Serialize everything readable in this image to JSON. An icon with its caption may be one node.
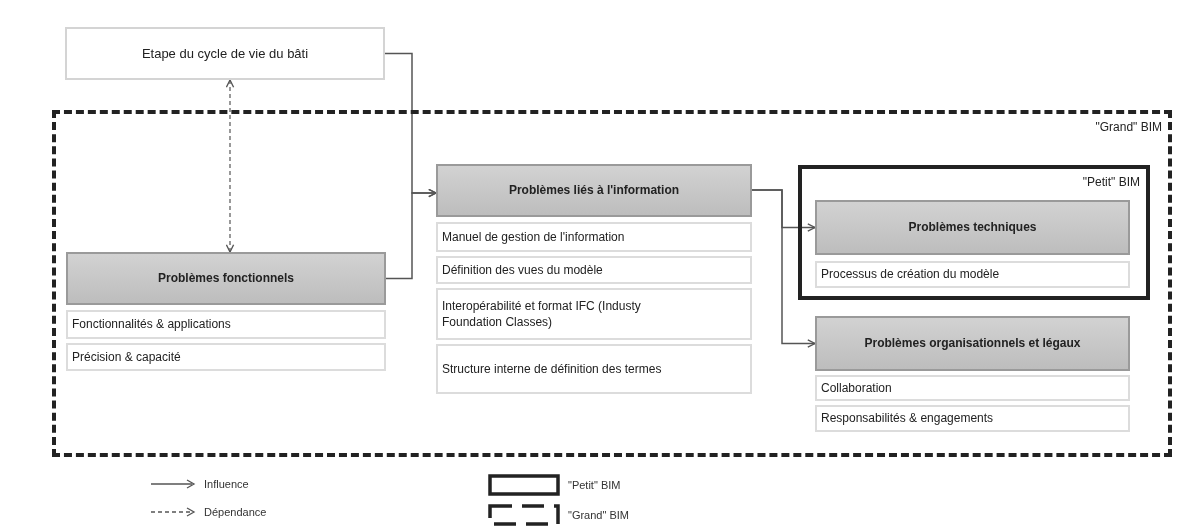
{
  "diagram": {
    "nodes": [
      {
        "text": [
          "Etape du cycle de vie du bâti"
        ]
      },
      {
        "text": [
          "\"Grand\" BIM"
        ]
      },
      {
        "text": [
          "Problèmes fonctionnels"
        ],
        "in": 1
      },
      {
        "text": [
          "Fonctionnalités & applications"
        ],
        "in": 1
      },
      {
        "text": [
          "Précision & capacité"
        ],
        "in": 1
      },
      {
        "text": [
          "Problèmes liés à l'information"
        ],
        "in": 1
      },
      {
        "text": [
          "Manuel de gestion de l'information"
        ],
        "in": 1
      },
      {
        "text": [
          "Définition des vues du modèle"
        ],
        "in": 1
      },
      {
        "text": [
          "Interopérabilité et format IFC (Industy Foundation Classes)"
        ],
        "in": 1
      },
      {
        "text": [
          "Structure interne de définition des termes"
        ],
        "in": 1
      },
      {
        "text": [
          "\"Petit\" BIM"
        ],
        "in": 1
      },
      {
        "text": [
          "Problèmes techniques"
        ],
        "in": 10
      },
      {
        "text": [
          "Processus de création du modèle"
        ],
        "in": 10
      },
      {
        "text": [
          "Problèmes organisationnels et légaux"
        ],
        "in": 1
      },
      {
        "text": [
          "Collaboration"
        ],
        "in": 1
      },
      {
        "text": [
          "Responsabilités & engagements"
        ],
        "in": 1
      }
    ],
    "edges": [
      {
        "from": 0,
        "to": 5,
        "arrow": "to"
      },
      {
        "from": 2,
        "to": 5,
        "arrow": "to"
      },
      {
        "from": 0,
        "to": 2,
        "arrow": "both",
        "style": "dashed"
      },
      {
        "from": 5,
        "to": 11,
        "arrow": "to"
      },
      {
        "from": 5,
        "to": 13,
        "arrow": "to"
      }
    ],
    "legend": [
      {
        "text": "Influence"
      },
      {
        "text": "Dépendance"
      },
      {
        "text": "\"Petit\" BIM"
      },
      {
        "text": "\"Grand\" BIM"
      }
    ]
  }
}
